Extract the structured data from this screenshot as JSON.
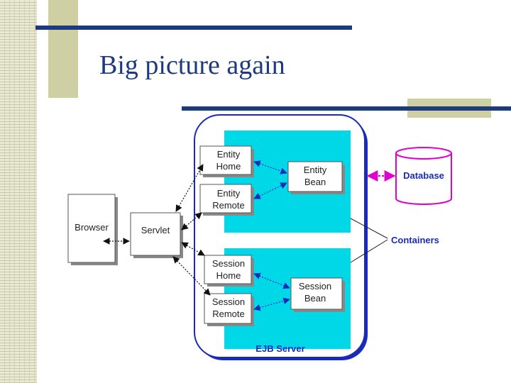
{
  "slide": {
    "title": "Big picture again"
  },
  "diagram": {
    "browser": "Browser",
    "servlet": "Servlet",
    "entity_home": [
      "Entity",
      "Home"
    ],
    "entity_remote": [
      "Entity",
      "Remote"
    ],
    "entity_bean": [
      "Entity",
      "Bean"
    ],
    "session_home": [
      "Session",
      "Home"
    ],
    "session_remote": [
      "Session",
      "Remote"
    ],
    "session_bean": [
      "Session",
      "Bean"
    ],
    "database": "Database",
    "containers": "Containers",
    "ejb_server": "EJB Server"
  },
  "colors": {
    "title": "#1d3b7c",
    "container_fill": "#00d8e8",
    "server_border": "#1a2bb8",
    "database_outline": "#e000d0",
    "label_blue": "#1a2bb8"
  }
}
